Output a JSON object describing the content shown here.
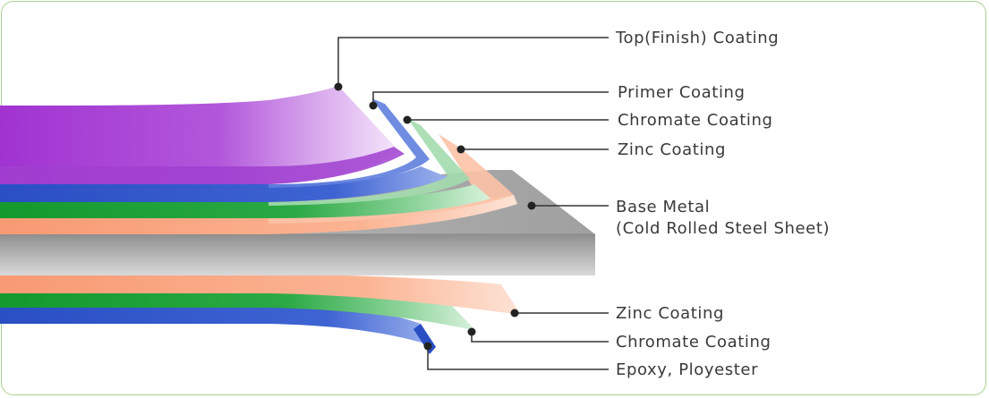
{
  "labels": {
    "top_finish": "Top(Finish) Coating",
    "primer": "Primer Coating",
    "chromate_top": "Chromate Coating",
    "zinc_top": "Zinc Coating",
    "base_metal_1": "Base Metal",
    "base_metal_2": "(Cold Rolled Steel Sheet)",
    "zinc_bottom": "Zinc Coating",
    "chromate_bottom": "Chromate Coating",
    "epoxy": "Epoxy, Ployester"
  },
  "colors": {
    "finish": "#a83bd6",
    "primer": "#2f57c9",
    "chromate": "#1fa13a",
    "zinc": "#f9a07a",
    "steel": "#a6a6a6",
    "frame": "#a9d18e",
    "leader": "#333333"
  }
}
